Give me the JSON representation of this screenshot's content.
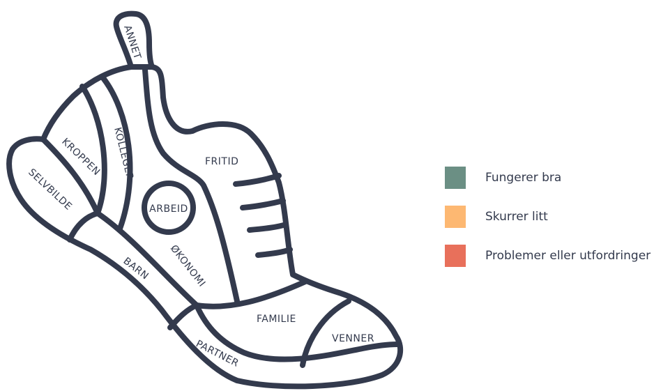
{
  "zones": {
    "annet": "ANNET",
    "kroppen": "KROPPEN",
    "kolleger": "KOLLEGER",
    "fritid": "FRITID",
    "selvbilde": "SELVBILDE",
    "arbeid": "ARBEID",
    "okonomi": "ØKONOMI",
    "barn": "BARN",
    "familie": "FAMILIE",
    "venner": "VENNER",
    "partner": "PARTNER"
  },
  "legend": [
    {
      "label": "Fungerer bra",
      "color": "#6b8f84"
    },
    {
      "label": "Skurrer litt",
      "color": "#fdb872"
    },
    {
      "label": "Problemer eller utfordringer",
      "color": "#e8705b"
    }
  ],
  "colors": {
    "outline": "#333a4d"
  }
}
